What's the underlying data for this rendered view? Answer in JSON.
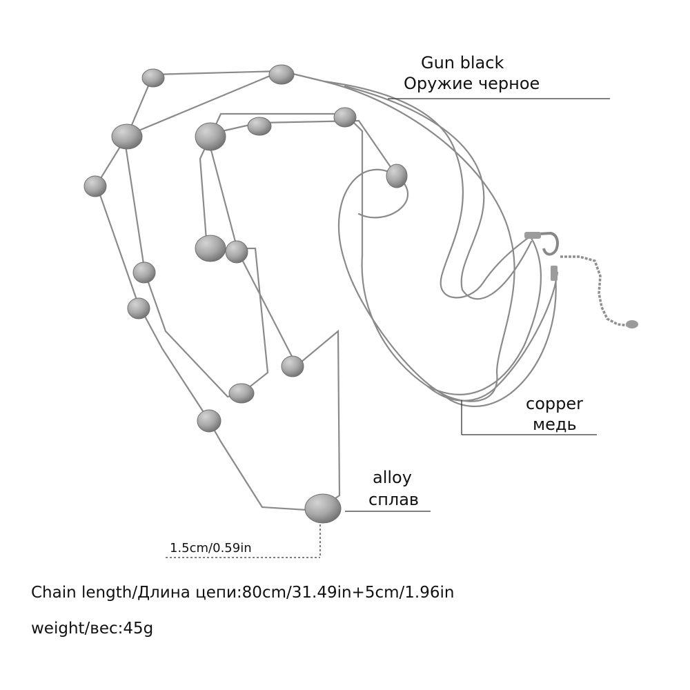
{
  "labels": {
    "gun_black_en": "Gun black",
    "gun_black_ru": "Оружие черное",
    "copper_en": "copper",
    "copper_ru": "медь",
    "alloy_en": "alloy",
    "alloy_ru": "сплав",
    "bead_size": "1.5cm/0.59in"
  },
  "specs": {
    "chain_length": "Chain length/Длина цепи:80cm/31.49in+5cm/1.96in",
    "weight": "weight/вес:45g"
  },
  "colors": {
    "chain": "#8a8a8a",
    "bead_light": "#b9b9b9",
    "bead_dark": "#6f6f6f",
    "leader_line": "#333333"
  }
}
